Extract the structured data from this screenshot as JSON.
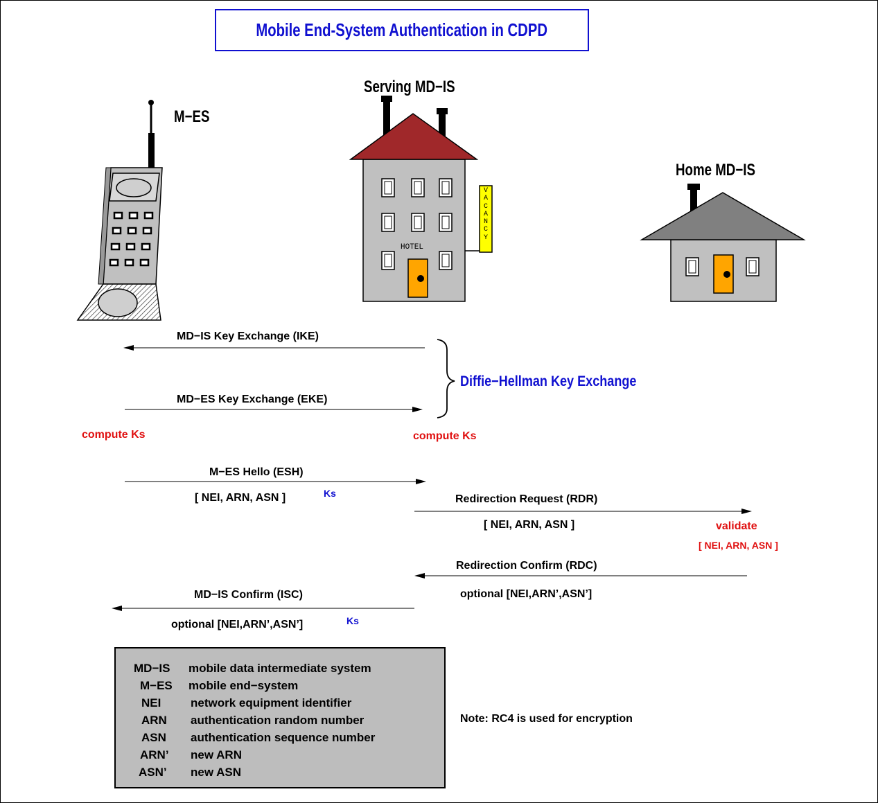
{
  "title": "Mobile End-System Authentication in CDPD",
  "entities": {
    "mes": "M−ES",
    "serving": "Serving MD−IS",
    "home": "Home MD−IS",
    "hotel_sign": "HOTEL",
    "vacancy_sign": "VACANCY"
  },
  "messages": {
    "ike": "MD−IS Key Exchange (IKE)",
    "eke": "MD−ES Key Exchange (EKE)",
    "dh": "Diffie−Hellman Key Exchange",
    "compute_left": "compute Ks",
    "compute_right": "compute Ks",
    "esh": "M−ES Hello (ESH)",
    "esh_params": "[ NEI, ARN, ASN ]",
    "esh_ks": "Ks",
    "rdr": "Redirection Request (RDR)",
    "rdr_params": "[ NEI, ARN, ASN ]",
    "validate": "validate",
    "validate_params": "[ NEI, ARN, ASN ]",
    "rdc": "Redirection Confirm (RDC)",
    "rdc_params": "optional [NEI,ARN’,ASN’]",
    "isc": "MD−IS Confirm (ISC)",
    "isc_params": "optional [NEI,ARN’,ASN’]",
    "isc_ks": "Ks"
  },
  "legend": [
    {
      "abbr": "MD−IS",
      "desc": "mobile data intermediate system"
    },
    {
      "abbr": "M−ES",
      "desc": "mobile end−system"
    },
    {
      "abbr": "NEI",
      "desc": "network equipment identifier"
    },
    {
      "abbr": "ARN",
      "desc": "authentication random number"
    },
    {
      "abbr": "ASN",
      "desc": "authentication sequence number"
    },
    {
      "abbr": "ARN’",
      "desc": "new ARN"
    },
    {
      "abbr": "ASN’",
      "desc": "new ASN"
    }
  ],
  "note": "Note: RC4 is used for encryption",
  "colors": {
    "title": "#1010d0",
    "highlight_red": "#e01010",
    "building": "#c0c0c0",
    "hotel_roof": "#a0282a",
    "house_roof": "#808080",
    "door": "#ffa500",
    "vacancy_sign": "#ffff00",
    "legend_bg": "#bdbdbd"
  }
}
